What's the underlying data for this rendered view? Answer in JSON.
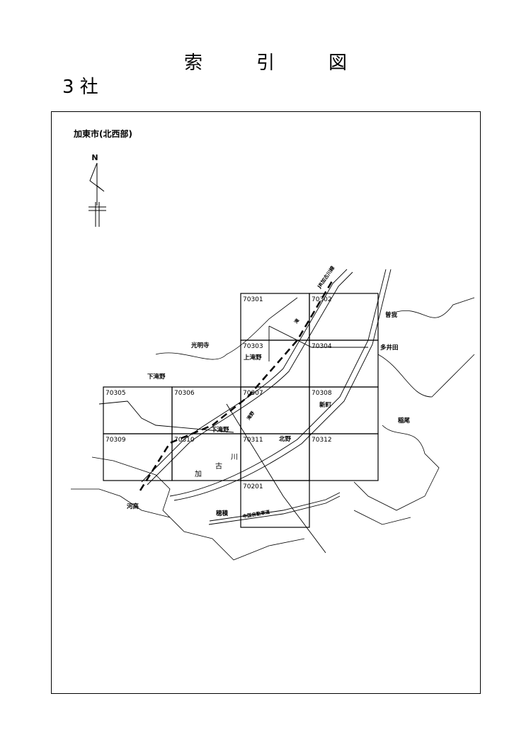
{
  "title": [
    "索",
    "引",
    "図"
  ],
  "subtitle": "3 社",
  "area_label": "加東市(北西部)",
  "north_label": "N",
  "cells": [
    {
      "id": "70301",
      "col": 2,
      "row": 0
    },
    {
      "id": "70302",
      "col": 3,
      "row": 0
    },
    {
      "id": "70303",
      "col": 2,
      "row": 1
    },
    {
      "id": "70304",
      "col": 3,
      "row": 1
    },
    {
      "id": "70305",
      "col": 0,
      "row": 2
    },
    {
      "id": "70306",
      "col": 1,
      "row": 2
    },
    {
      "id": "70307",
      "col": 2,
      "row": 2
    },
    {
      "id": "70308",
      "col": 3,
      "row": 2
    },
    {
      "id": "70309",
      "col": 0,
      "row": 3
    },
    {
      "id": "70310",
      "col": 1,
      "row": 3
    },
    {
      "id": "70311",
      "col": 2,
      "row": 3
    },
    {
      "id": "70312",
      "col": 3,
      "row": 3
    },
    {
      "id": "70201",
      "col": 2,
      "row": 4
    }
  ],
  "places": {
    "sogano": "曽我",
    "taida": "多井田",
    "komyoji": "光明寺",
    "kamitakino": "上滝野",
    "shimotakino1": "下滝野",
    "shimotakino2": "下滝野",
    "shinmachi": "新町",
    "inao": "稲尾",
    "kitano": "北野",
    "kodaka": "河高",
    "hozumi": "穂積",
    "river1": "加",
    "river2": "古",
    "river3": "川",
    "expressway": "中国自動車道",
    "railway": "JR加古川線",
    "station1": "滝",
    "station2": "滝野"
  }
}
